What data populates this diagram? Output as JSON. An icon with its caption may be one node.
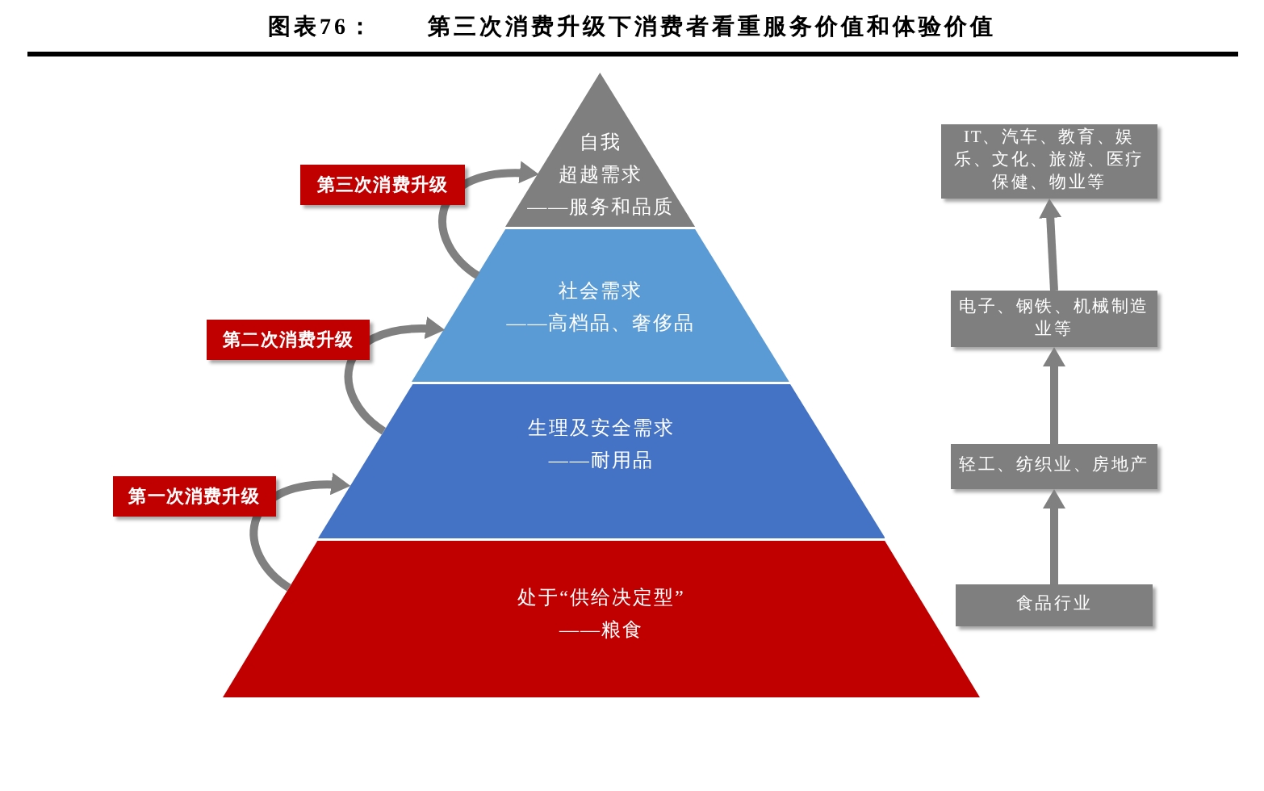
{
  "diagram": {
    "title": "第三次消费升级下消费者看重服务价值和体验价值",
    "nodes": [
      {
        "text": [
          "自我超越需求",
          "——服务和品质"
        ]
      },
      {
        "text": [
          "社会需求",
          "——高档品、奢侈品"
        ]
      },
      {
        "text": [
          "生理及安全需求",
          "——耐用品"
        ]
      },
      {
        "text": [
          "处于“供给决定型”",
          "——粮食"
        ]
      },
      {
        "text": [
          "IT、汽车、教育、娱乐、文化、旅游、医疗保健、物业等"
        ]
      },
      {
        "text": [
          "电子、钢铁、机械制造业等"
        ]
      },
      {
        "text": [
          "轻工、纺织业、房地产"
        ]
      },
      {
        "text": [
          "食品行业"
        ]
      }
    ],
    "edges": [
      {
        "from": 3,
        "to": 2,
        "arrow": "to",
        "label": "第一次消费升级"
      },
      {
        "from": 2,
        "to": 1,
        "arrow": "to",
        "label": "第二次消费升级"
      },
      {
        "from": 1,
        "to": 0,
        "arrow": "to",
        "label": "第三次消费升级"
      },
      {
        "from": 7,
        "to": 6,
        "arrow": "to"
      },
      {
        "from": 6,
        "to": 5,
        "arrow": "to"
      },
      {
        "from": 5,
        "to": 4,
        "arrow": "to"
      }
    ],
    "labels": [
      "图表76："
    ]
  }
}
